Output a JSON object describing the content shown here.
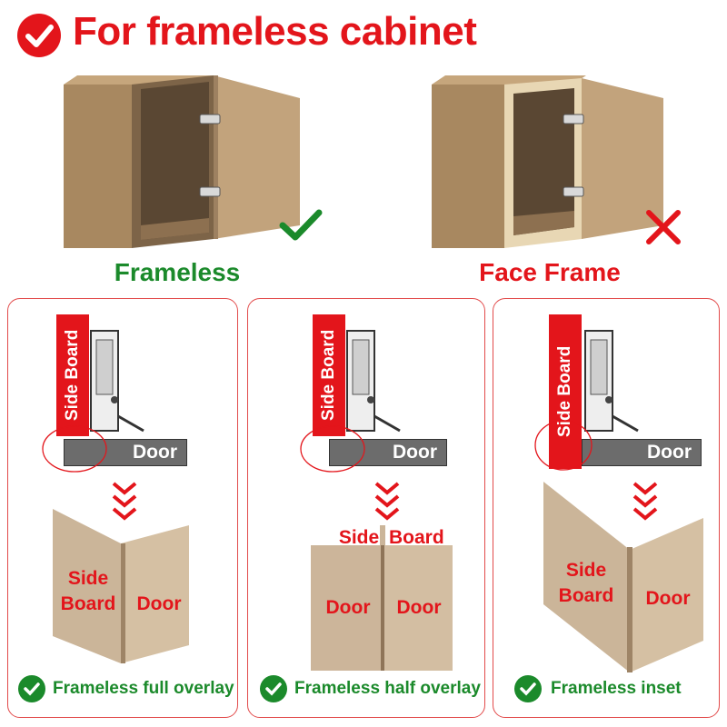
{
  "header": {
    "title": "For frameless cabinet"
  },
  "cabinets": [
    {
      "label": "Frameless",
      "status": "check-icon"
    },
    {
      "label": "Face Frame",
      "status": "cross-icon"
    }
  ],
  "panels": [
    {
      "side_board": "Side Board",
      "door": "Door",
      "wood_left": "Side\nBoard",
      "wood_right": "Door",
      "footer": "Frameless full overlay"
    },
    {
      "side_board": "Side Board",
      "door": "Door",
      "top_left": "Side",
      "top_right": "Board",
      "wood_left": "Door",
      "wood_right": "Door",
      "footer": "Frameless half overlay"
    },
    {
      "side_board": "Side Board",
      "door": "Door",
      "wood_left": "Side\nBoard",
      "wood_right": "Door",
      "footer": "Frameless inset"
    }
  ],
  "colors": {
    "accent_red": "#e3151b",
    "accent_green": "#1b8a2b",
    "wood": "#c9b397",
    "cabinet": "#b8966c"
  }
}
